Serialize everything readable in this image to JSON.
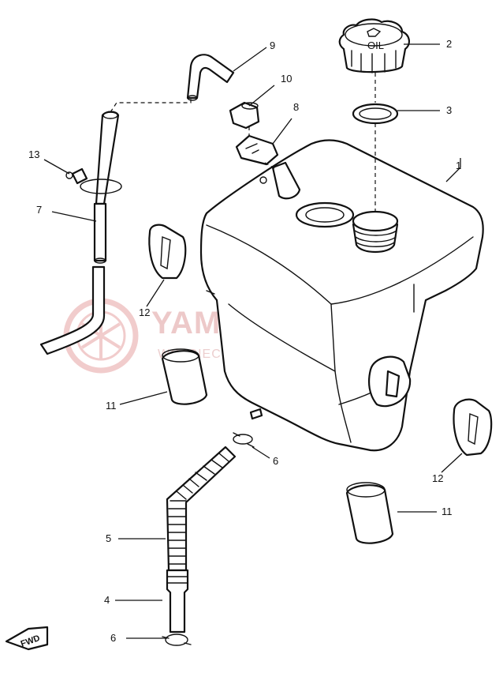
{
  "watermark": {
    "title": "YAMA-SKLEP.PL",
    "subtitle": "WOJCIECHOWICZ | DEALER YAMAHA",
    "color": "#e7b7b7"
  },
  "fwd_label": "FWD",
  "cap_text": "OIL",
  "callouts": [
    {
      "id": "c1",
      "label": "1"
    },
    {
      "id": "c2",
      "label": "2"
    },
    {
      "id": "c3",
      "label": "3"
    },
    {
      "id": "c4",
      "label": "4"
    },
    {
      "id": "c5",
      "label": "5"
    },
    {
      "id": "c6a",
      "label": "6"
    },
    {
      "id": "c6b",
      "label": "6"
    },
    {
      "id": "c7",
      "label": "7"
    },
    {
      "id": "c8",
      "label": "8"
    },
    {
      "id": "c9",
      "label": "9"
    },
    {
      "id": "c10",
      "label": "10"
    },
    {
      "id": "c11a",
      "label": "11"
    },
    {
      "id": "c11b",
      "label": "11"
    },
    {
      "id": "c12a",
      "label": "12"
    },
    {
      "id": "c12b",
      "label": "12"
    },
    {
      "id": "c13",
      "label": "13"
    }
  ]
}
